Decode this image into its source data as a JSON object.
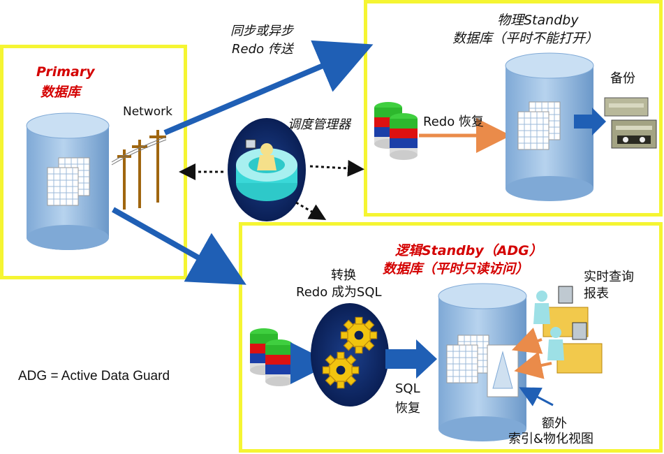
{
  "primary": {
    "title_line1": "Primary",
    "title_line2": "数据库"
  },
  "network_label": "Network",
  "transport": {
    "line1": "同步或异步",
    "line2": "Redo 传送"
  },
  "scheduler_label": "调度管理器",
  "physical_standby": {
    "title_line1": "物理Standby",
    "title_line2": "数据库（平时不能打开）",
    "redo_apply": "Redo 恢复",
    "backup": "备份"
  },
  "logical_standby": {
    "title_line1": "逻辑Standby（ADG）",
    "title_line2": "数据库（平时只读访问）",
    "convert_line1": "转换",
    "convert_line2": "Redo 成为SQL",
    "sql_line1": "SQL",
    "sql_line2": "恢复",
    "report_line1": "实时查询",
    "report_line2": "报表",
    "extra_line1": "额外",
    "extra_line2": "索引&物化视图"
  },
  "adg_note": "ADG = Active Data Guard",
  "colors": {
    "panel_border": "#f5f532",
    "arrow_blue": "#1f5fb5",
    "arrow_orange": "#ea8b4a",
    "arrow_yellow": "#f2e81c",
    "title_red": "#d40000",
    "cylinder_blue": "#9fc3e6"
  },
  "icons": [
    "database-cylinder",
    "utility-pole",
    "scheduler-console",
    "disk-stack",
    "tape-cartridge",
    "gear-icon",
    "workstation-user"
  ]
}
